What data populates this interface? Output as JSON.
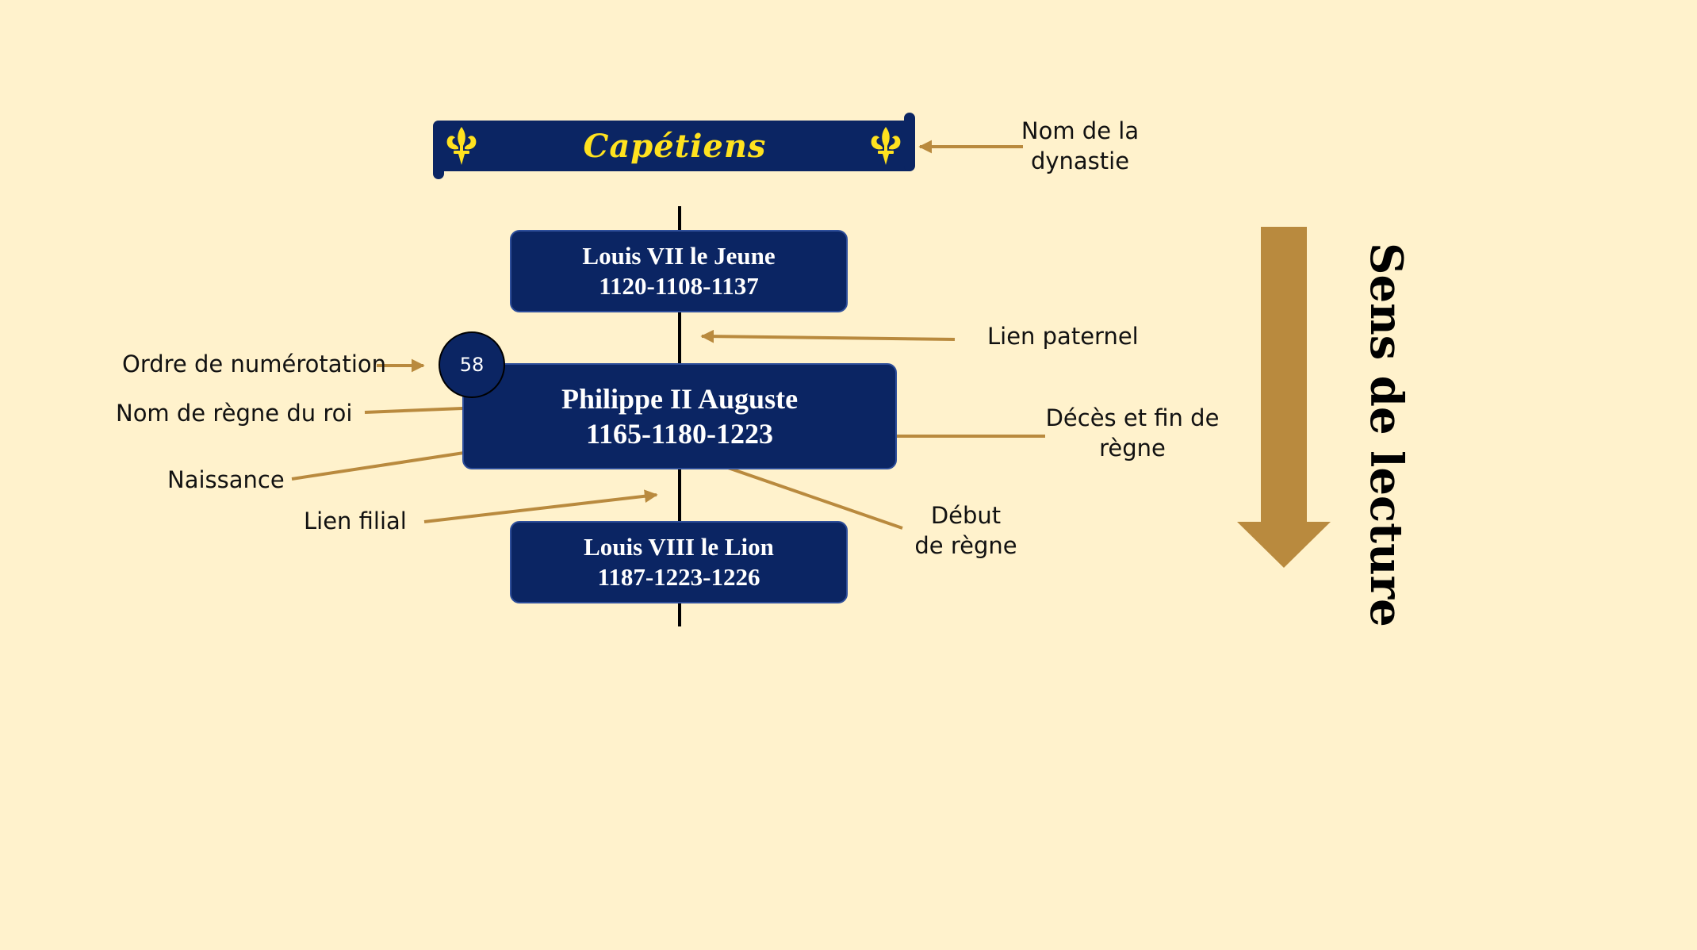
{
  "dynasty": {
    "name": "Capétiens",
    "icon": "fleur-de-lis-icon"
  },
  "kings": [
    {
      "name": "Louis VII le Jeune",
      "dates": "1120-1108-1137"
    },
    {
      "name": "Philippe II Auguste",
      "dates": "1165-1180-1223",
      "number": "58"
    },
    {
      "name": "Louis VIII le Lion",
      "dates": "1187-1223-1226"
    }
  ],
  "annotations": {
    "dynasty_name": "Nom de la\ndynastie",
    "paternal_link": "Lien paternel",
    "numbering_order": "Ordre de numérotation",
    "reign_name": "Nom de règne du roi",
    "death_end_reign": "Décès et fin de\nrègne",
    "birth": "Naissance",
    "filial_link": "Lien filial",
    "reign_start": "Début\nde règne"
  },
  "reading_direction": "Sens de lecture",
  "colors": {
    "background": "#FFF2CC",
    "box": "#0B2563",
    "dynasty_text": "#FFE21F",
    "arrow": "#B98A3E"
  }
}
